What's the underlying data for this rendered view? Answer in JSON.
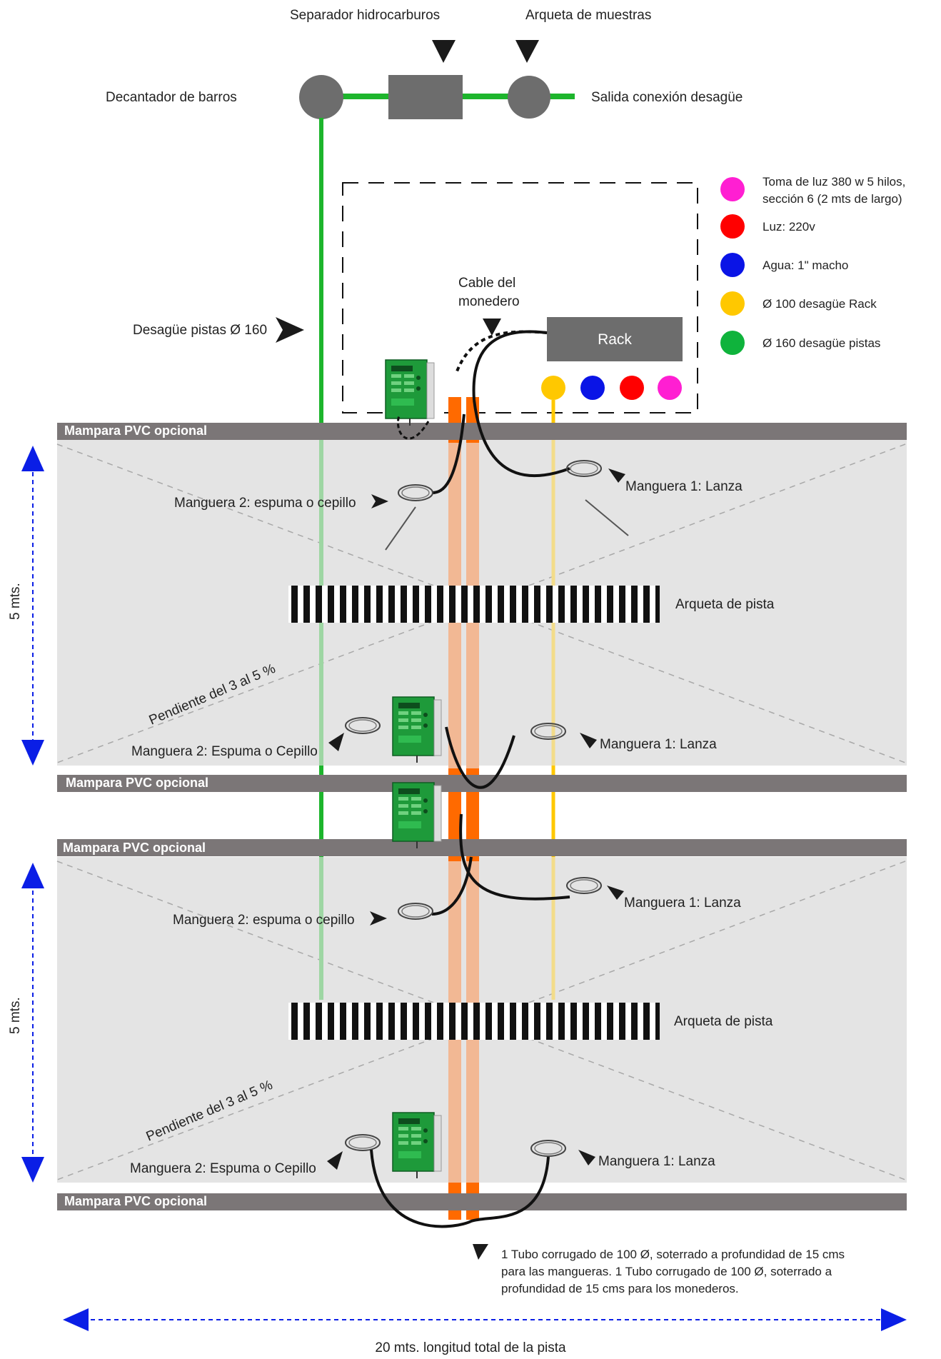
{
  "top": {
    "separator_label": "Separador hidrocarburos",
    "sample_box_label": "Arqueta de muestras",
    "settler_label": "Decantador de barros",
    "outlet_label": "Salida conexión desagüe"
  },
  "drain_label": "Desagüe pistas Ø 160",
  "coin_cable_label_1": "Cable del",
  "coin_cable_label_2": "monedero",
  "rack_label": "Rack",
  "legend": [
    {
      "color": "#ff1fd2",
      "line1": "Toma de luz 380 w 5 hilos,",
      "line2": "sección 6 (2 mts de largo)"
    },
    {
      "color": "#ff0000",
      "line1": "Luz: 220v",
      "line2": ""
    },
    {
      "color": "#0a14e6",
      "line1": "Agua: 1\" macho",
      "line2": ""
    },
    {
      "color": "#ffc800",
      "line1": "Ø 100 desagüe Rack",
      "line2": ""
    },
    {
      "color": "#0fb33c",
      "line1": "Ø 160 desagüe pistas",
      "line2": ""
    }
  ],
  "panels": [
    "Mampara PVC opcional",
    "Mampara PVC opcional",
    "Mampara PVC opcional",
    "Mampara PVC opcional"
  ],
  "bays": [
    {
      "hose1": "Manguera 1: Lanza",
      "hose2_top": "Manguera 2: espuma o cepillo",
      "grate": "Arqueta de pista",
      "slope": "Pendiente del 3 al 5 %",
      "hose2_bottom": "Manguera 2: Espuma o Cepillo",
      "hose1_bottom": "Manguera 1: Lanza",
      "width": "5 mts."
    },
    {
      "hose1": "Manguera 1: Lanza",
      "hose2_top": "Manguera 2: espuma o cepillo",
      "grate": "Arqueta de pista",
      "slope": "Pendiente del 3 al 5 %",
      "hose2_bottom": "Manguera 2: Espuma o Cepillo",
      "hose1_bottom": "Manguera 1: Lanza",
      "width": "5 mts."
    }
  ],
  "tube_note": [
    "1 Tubo corrugado de 100 Ø, soterrado a profundidad de 15 cms",
    "para las mangueras. 1 Tubo corrugado de 100 Ø, soterrado a",
    "profundidad de 15 cms para los monederos."
  ],
  "total_length": "20 mts. longitud total de la pista",
  "colors": {
    "drain_green": "#1db52c",
    "rack_yellow": "#ffc800",
    "tube_orange": "#ff6a00",
    "tube_light": "#f2b894",
    "panel_grey": "#7b7677",
    "floor_grey": "#e4e4e4",
    "arrow_blue": "#0a1ee6"
  }
}
